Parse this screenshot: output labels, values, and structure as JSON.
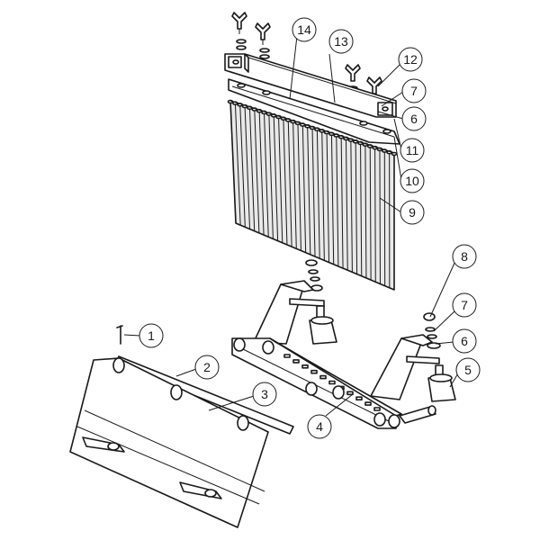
{
  "callouts": [
    {
      "id": "1",
      "label": "1"
    },
    {
      "id": "2",
      "label": "2"
    },
    {
      "id": "3",
      "label": "3"
    },
    {
      "id": "4",
      "label": "4"
    },
    {
      "id": "5",
      "label": "5"
    },
    {
      "id": "6a",
      "label": "6"
    },
    {
      "id": "6b",
      "label": "6"
    },
    {
      "id": "7a",
      "label": "7"
    },
    {
      "id": "7b",
      "label": "7"
    },
    {
      "id": "8",
      "label": "8"
    },
    {
      "id": "9",
      "label": "9"
    },
    {
      "id": "10",
      "label": "10"
    },
    {
      "id": "11",
      "label": "11"
    },
    {
      "id": "12",
      "label": "12"
    },
    {
      "id": "13",
      "label": "13"
    },
    {
      "id": "14",
      "label": "14"
    }
  ],
  "colors": {
    "line": "#1a1a1a",
    "background": "#ffffff",
    "shade": "#e9e9e9"
  }
}
